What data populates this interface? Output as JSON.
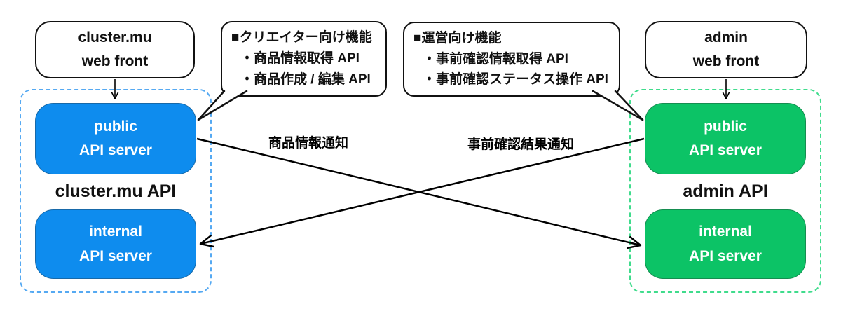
{
  "left_group": {
    "front": {
      "line1": "cluster.mu",
      "line2": "web front"
    },
    "label": "cluster.mu API",
    "public_node": {
      "line1": "public",
      "line2": "API server"
    },
    "internal_node": {
      "line1": "internal",
      "line2": "API server"
    },
    "accent_color": "#0e8cee",
    "dash_color": "#55a9f2"
  },
  "right_group": {
    "front": {
      "line1": "admin",
      "line2": "web front"
    },
    "label": "admin API",
    "public_node": {
      "line1": "public",
      "line2": "API server"
    },
    "internal_node": {
      "line1": "internal",
      "line2": "API server"
    },
    "accent_color": "#0cc366",
    "dash_color": "#3fdc8c"
  },
  "callouts": [
    {
      "title": "■クリエイター向け機能",
      "items": [
        "・商品情報取得 API",
        "・商品作成 / 編集 API"
      ]
    },
    {
      "title": "■運営向け機能",
      "items": [
        "・事前確認情報取得 API",
        "・事前確認ステータス操作 API"
      ]
    }
  ],
  "edges": [
    {
      "label": "商品情報通知",
      "from": "cluster.mu public API server",
      "to": "admin internal API server"
    },
    {
      "label": "事前確認結果通知",
      "from": "admin public API server",
      "to": "cluster.mu internal API server"
    }
  ],
  "line_color": "#000000"
}
